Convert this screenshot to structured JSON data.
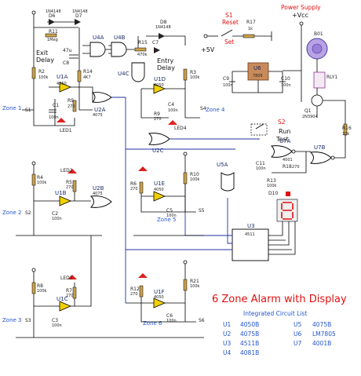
{
  "title": "6 Zone Alarm with Display",
  "ic_list": {
    "heading": "Integrated Circuit List",
    "items": [
      {
        "ref": "U1",
        "part": "4050B"
      },
      {
        "ref": "U2",
        "part": "4075B"
      },
      {
        "ref": "U3",
        "part": "4511B"
      },
      {
        "ref": "U4",
        "part": "4081B"
      },
      {
        "ref": "U5",
        "part": "4075B"
      },
      {
        "ref": "U6",
        "part": "LM7805"
      },
      {
        "ref": "U7",
        "part": "4001B"
      }
    ]
  },
  "supply": {
    "power_supply": "Power Supply",
    "vcc": "+Vcc",
    "plus5": "+5V"
  },
  "switches": {
    "s1": "S1",
    "reset": "Reset",
    "set": "Set",
    "s2": "S2",
    "run": "Run",
    "test": "Test"
  },
  "delays": {
    "exit": "Exit\nDelay",
    "exit_l1": "Exit",
    "exit_l2": "Delay",
    "entry_l1": "Entry",
    "entry_l2": "Delay"
  },
  "zones": [
    "Zone 1",
    "Zone 2",
    "Zone 3",
    "Zone 4",
    "Zone 5",
    "Zone 6"
  ],
  "gates": {
    "U4A": "U4A",
    "U4B": "U4B",
    "U4C": "U4C",
    "U1A": "U1A",
    "U1B": "U1B",
    "U1C": "U1C",
    "U1D": "U1D",
    "U1E": "U1E",
    "U1F": "U1F",
    "U2A": "U2A",
    "U2B": "U2B",
    "U2C": "U2C",
    "U5A": "U5A",
    "U7A": "U7A",
    "U7B": "U7B",
    "U6": "U6",
    "U3": "U3"
  },
  "components": {
    "D6": "D6",
    "D6v": "1N4148",
    "D7": "D7",
    "D7v": "1N4148",
    "D8": "D8",
    "D8v": "1N4148",
    "R11": "R11",
    "R11v": "1Meg",
    "C8": "C8",
    "C8v": "47u",
    "R2": "R2",
    "R2v": "100k",
    "R14": "R14",
    "R14v": "4K7",
    "R15": "R15",
    "R15v": "470k",
    "C7": "C7",
    "R17": "R17",
    "R17v": "1k",
    "R3": "R3",
    "R3v": "100k",
    "C9": "C9",
    "C9v": "100n",
    "C10": "C10",
    "C10v": "100n",
    "B01": "B01",
    "RLY1": "RLY1",
    "Q1": "Q1",
    "Q1v": "2N3904",
    "R16": "R16",
    "R16v": "10k",
    "R9": "R9",
    "R9v": "270",
    "C4": "C4",
    "C4v": "100n",
    "C1": "C1",
    "C1v": "100n",
    "LED1": "LED1",
    "LED2": "LED2",
    "LED3": "LED3",
    "LED4": "LED4",
    "R4": "R4",
    "R4v": "100k",
    "R5": "R5",
    "R5v": "270",
    "C2": "C2",
    "C2v": "100n",
    "R6": "R6",
    "R6v": "270",
    "C5": "C5",
    "C5v": "100n",
    "R10": "R10",
    "R10v": "100k",
    "C11": "C11",
    "C11v": "100n",
    "R18": "R18",
    "R18v": "270",
    "R13": "R13",
    "R13v": "100k",
    "R8": "R8",
    "R8v": "100k",
    "R7": "R7",
    "R7v": "270",
    "C3": "C3",
    "C3v": "100n",
    "R12": "R12",
    "R12v": "270",
    "C6": "C6",
    "C6v": "100n",
    "R21": "R21",
    "R21v": "100k",
    "D10": "D10",
    "S1": "S1",
    "S2": "S2",
    "S3": "S3",
    "S4": "S4",
    "S5": "S5",
    "S6": "S6",
    "ic1": "4050",
    "ic2": "4075",
    "ic4": "4081",
    "ic7": "4001",
    "ic3": "4511",
    "ic6": "7805"
  }
}
